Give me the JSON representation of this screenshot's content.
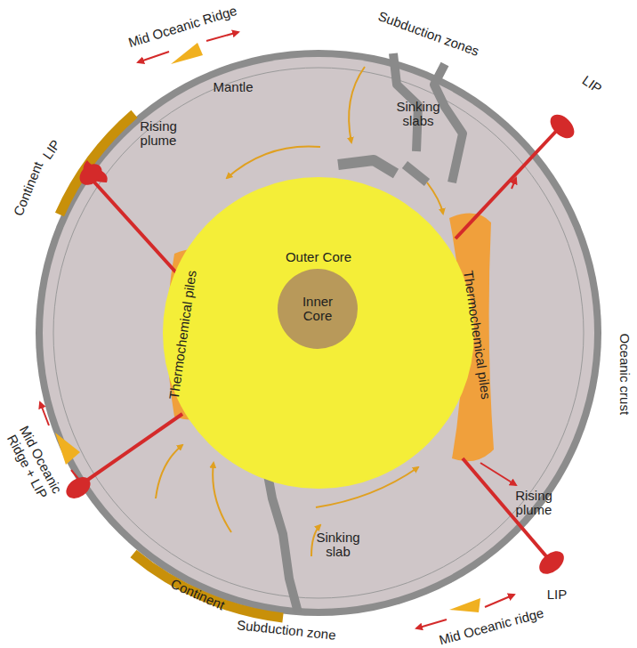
{
  "diagram": {
    "nodes": [
      {
        "text": [
          "Outer Core"
        ]
      },
      {
        "text": [
          "Inner Core"
        ],
        "in": 0
      }
    ],
    "labels": [
      "Mid Oceanic Ridge",
      "Subduction zones",
      "LIP",
      "Mantle",
      "Sinking slabs",
      "Rising plume",
      "LIP",
      "Continent",
      "Thermochemical piles",
      "Thermochemical piles",
      "Oceanic crust",
      "Mid Oceanic Ridge + LIP",
      "Rising plume",
      "LIP",
      "Sinking slab",
      "Continent",
      "Subduction zone",
      "Mid Oceanic ridge"
    ]
  }
}
